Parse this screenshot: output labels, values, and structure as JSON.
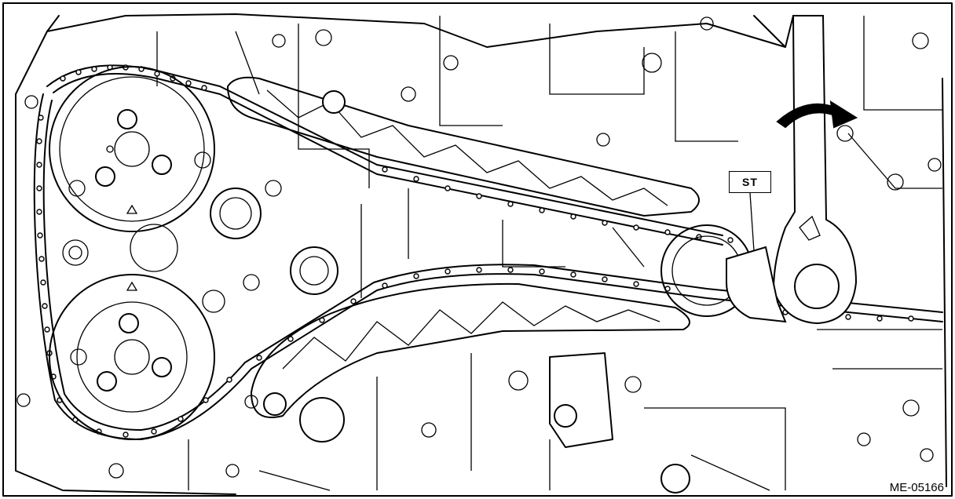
{
  "diagram": {
    "callout_label": "ST",
    "figure_code": "ME-05166",
    "rotation_direction": "clockwise",
    "icons": [
      "rotation-arrow-icon"
    ]
  }
}
